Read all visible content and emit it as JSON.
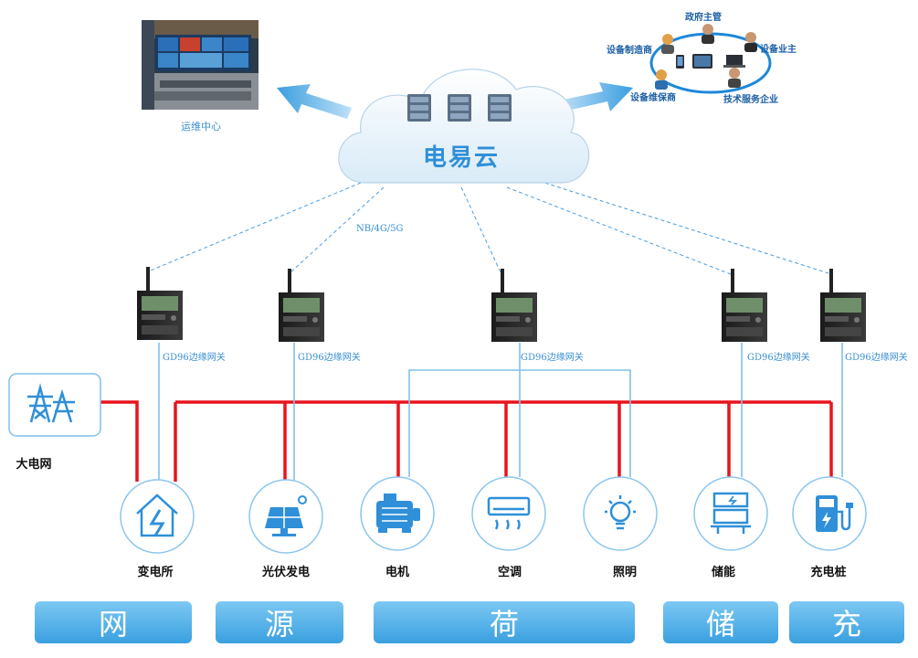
{
  "cloud": {
    "label": "电易云"
  },
  "ops_center": {
    "label": "运维中心"
  },
  "stakeholders": [
    {
      "label": "政府主管"
    },
    {
      "label": "设备业主"
    },
    {
      "label": "技术服务企业"
    },
    {
      "label": "设备维保商"
    },
    {
      "label": "设备制造商"
    }
  ],
  "network_label": "NB/4G/5G",
  "grid": {
    "label": "大电网",
    "icon": "transmission-tower-icon"
  },
  "gateways": [
    {
      "label": "GD96边缘网关"
    },
    {
      "label": "GD96边缘网关"
    },
    {
      "label": "GD96边缘网关"
    },
    {
      "label": "GD96边缘网关"
    },
    {
      "label": "GD96边缘网关"
    }
  ],
  "nodes": [
    {
      "label": "变电所",
      "icon": "substation-icon"
    },
    {
      "label": "光伏发电",
      "icon": "solar-panel-icon"
    },
    {
      "label": "电机",
      "icon": "motor-icon"
    },
    {
      "label": "空调",
      "icon": "air-conditioner-icon"
    },
    {
      "label": "照明",
      "icon": "light-bulb-icon"
    },
    {
      "label": "储能",
      "icon": "energy-storage-icon"
    },
    {
      "label": "充电桩",
      "icon": "charging-pile-icon"
    }
  ],
  "categories": [
    {
      "label": "网"
    },
    {
      "label": "源"
    },
    {
      "label": "荷"
    },
    {
      "label": "储"
    },
    {
      "label": "充"
    }
  ],
  "colors": {
    "power_line": "#e8141c",
    "data_line": "#7fc0ec",
    "accent": "#2f8fd8",
    "tab": "#4aa8e6"
  }
}
